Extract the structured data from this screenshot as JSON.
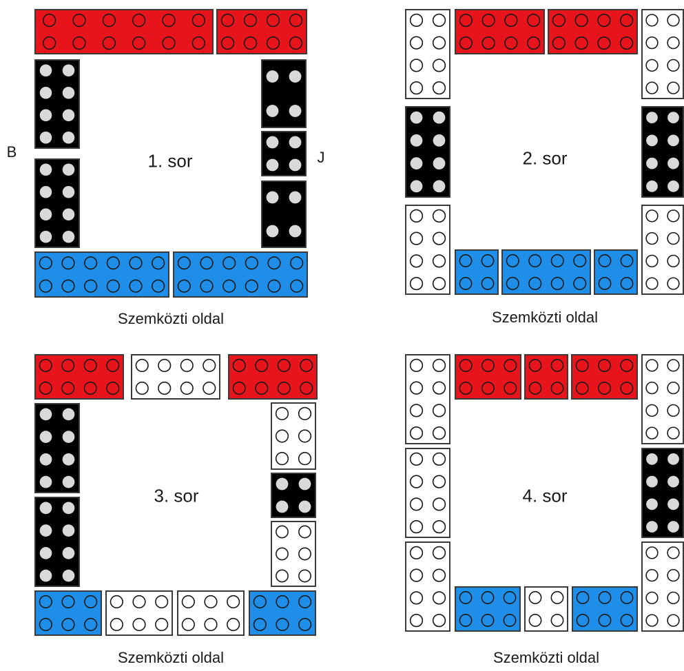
{
  "colors": {
    "red": "#e8141b",
    "blue": "#1f8ee8",
    "black": "#000000",
    "white": "#ffffff",
    "outline": "#3a3a3a",
    "stud_light": "#d9d9d9"
  },
  "side_labels": {
    "left": "B",
    "right": "J"
  },
  "panels": [
    {
      "id": "panel-1",
      "row_label": "1. sor",
      "caption": "Szemközti oldal"
    },
    {
      "id": "panel-2",
      "row_label": "2. sor",
      "caption": "Szemközti oldal"
    },
    {
      "id": "panel-3",
      "row_label": "3. sor",
      "caption": "Szemközti oldal"
    },
    {
      "id": "panel-4",
      "row_label": "4. sor",
      "caption": "Szemközti oldal"
    }
  ]
}
